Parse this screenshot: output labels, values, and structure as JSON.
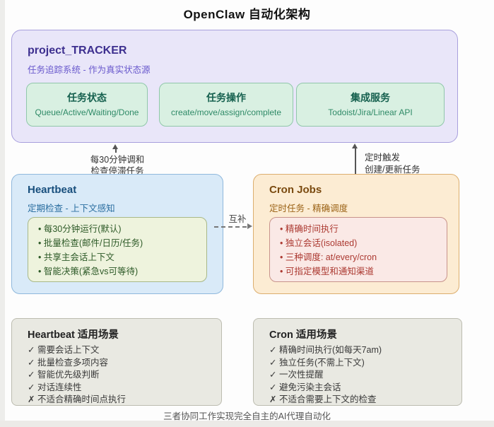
{
  "page": {
    "title": "OpenClaw 自动化架构",
    "caption": "三者协同工作实现完全自主的AI代理自动化"
  },
  "tracker": {
    "title": "project_TRACKER",
    "subtitle": "任务追踪系统 - 作为真实状态源",
    "cards": [
      {
        "title": "任务状态",
        "subtitle": "Queue/Active/Waiting/Done"
      },
      {
        "title": "任务操作",
        "subtitle": "create/move/assign/complete"
      },
      {
        "title": "集成服务",
        "subtitle": "Todoist/Jira/Linear API"
      }
    ]
  },
  "connectors": {
    "left": {
      "line1": "每30分钟调和",
      "line2": "检查停滞任务"
    },
    "right": {
      "line1": "定时触发",
      "line2": "创建/更新任务"
    },
    "middle": {
      "label": "互补"
    }
  },
  "heartbeat": {
    "title": "Heartbeat",
    "subtitle": "定期检查 - 上下文感知",
    "items": [
      "每30分钟运行(默认)",
      "批量检查(邮件/日历/任务)",
      "共享主会话上下文",
      "智能决策(紧急vs可等待)"
    ]
  },
  "cron": {
    "title": "Cron Jobs",
    "subtitle": "定时任务 - 精确调度",
    "items": [
      "精确时间执行",
      "独立会话(isolated)",
      "三种调度: at/every/cron",
      "可指定模型和通知渠道"
    ]
  },
  "heartbeat_scenarios": {
    "title": "Heartbeat 适用场景",
    "items": [
      "✓ 需要会话上下文",
      "✓ 批量检查多项内容",
      "✓ 智能优先级判断",
      "✓ 对话连续性",
      "✗ 不适合精确时间点执行"
    ]
  },
  "cron_scenarios": {
    "title": "Cron 适用场景",
    "items": [
      "✓ 精确时间执行(如每天7am)",
      "✓ 独立任务(不需上下文)",
      "✓ 一次性提醒",
      "✓ 避免污染主会话",
      "✗ 不适合需要上下文的检查"
    ]
  },
  "colors": {
    "tracker_fill": "#e9e6f9",
    "tracker_border": "#a89fdd",
    "tracker_title": "#3d2f8f",
    "tracker_subtitle": "#6a5acd",
    "mint_fill": "#d9f0e2",
    "mint_border": "#90c7aa",
    "mint_title": "#15604e",
    "mint_text": "#2f8a67",
    "heartbeat_fill": "#d9eaf8",
    "heartbeat_border": "#8fb8dc",
    "heartbeat_title": "#174e7c",
    "heartbeat_list_fill": "#eef3dd",
    "heartbeat_list_text": "#2d5a27",
    "cron_fill": "#fcecd3",
    "cron_border": "#dcae6e",
    "cron_title": "#7a4a10",
    "cron_list_fill": "#fae9e6",
    "cron_list_text": "#ac3a32",
    "scenario_fill": "#e9e9e2",
    "scenario_border": "#bcbcb0",
    "arrow": "#555555"
  }
}
